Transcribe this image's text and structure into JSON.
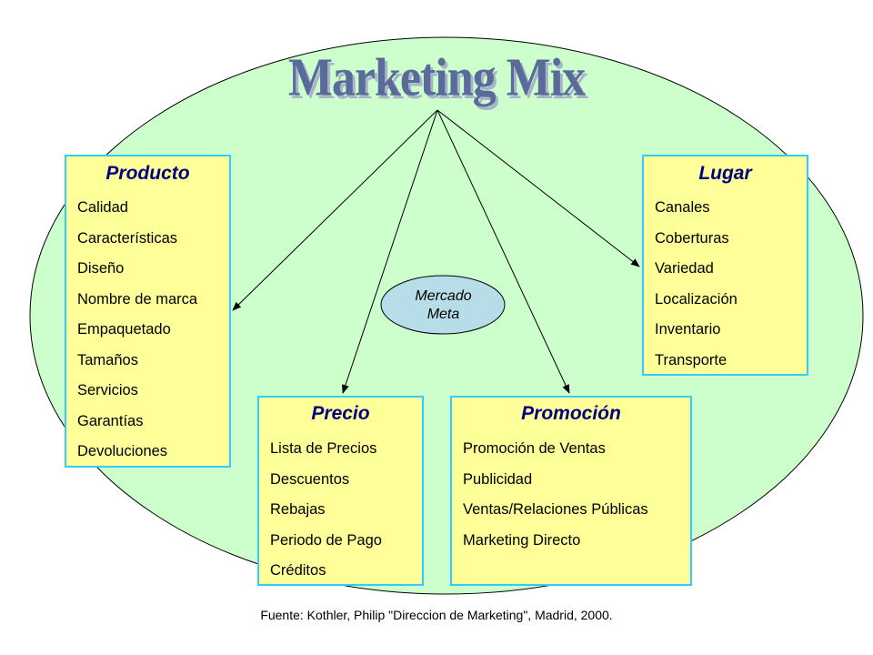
{
  "title": "Marketing Mix",
  "center": {
    "line1": "Mercado",
    "line2": "Meta"
  },
  "boxes": {
    "producto": {
      "heading": "Producto",
      "items": [
        "Calidad",
        "Características",
        "Diseño",
        "Nombre de marca",
        "Empaquetado",
        "Tamaños",
        "Servicios",
        "Garantías",
        "Devoluciones"
      ]
    },
    "lugar": {
      "heading": "Lugar",
      "items": [
        "Canales",
        "Coberturas",
        "Variedad",
        "Localización",
        "Inventario",
        "Transporte"
      ]
    },
    "precio": {
      "heading": "Precio",
      "items": [
        "Lista de Precios",
        "Descuentos",
        "Rebajas",
        "Periodo de Pago",
        "Créditos"
      ]
    },
    "promocion": {
      "heading": "Promoción",
      "items": [
        "Promoción de Ventas",
        "Publicidad",
        "Ventas/Relaciones Públicas",
        "Marketing Directo"
      ]
    }
  },
  "source": "Fuente: Kothler, Philip \"Direccion de Marketing\", Madrid, 2000.",
  "colors": {
    "ellipse_fill": "#ccffcc",
    "box_fill": "#ffff99",
    "box_border": "#33ccff",
    "heading_color": "#000080",
    "target_fill": "#b7dde8",
    "title_color": "#5a6b9a"
  }
}
